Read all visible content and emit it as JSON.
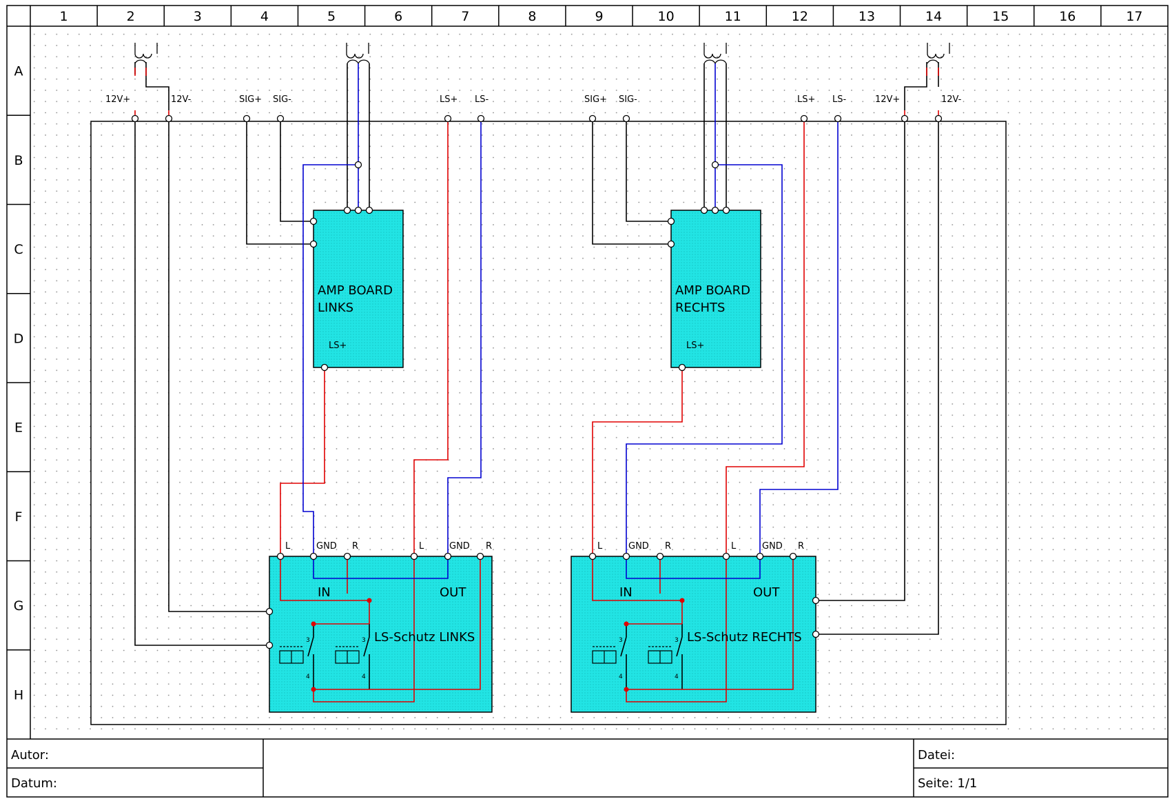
{
  "frame": {
    "columns": [
      "1",
      "2",
      "3",
      "4",
      "5",
      "6",
      "7",
      "8",
      "9",
      "10",
      "11",
      "12",
      "13",
      "14",
      "15",
      "16",
      "17"
    ],
    "rows": [
      "A",
      "B",
      "C",
      "D",
      "E",
      "F",
      "G",
      "H"
    ]
  },
  "terminals": {
    "pwr_left_plus": "12V+",
    "pwr_left_minus": "12V-",
    "sig_left_plus": "SIG+",
    "sig_left_minus": "SIG-",
    "ls_left_plus": "LS+",
    "ls_left_minus": "LS-",
    "sig_right_plus": "SIG+",
    "sig_right_minus": "SIG-",
    "ls_right_plus": "LS+",
    "ls_right_minus": "LS-",
    "pwr_right_plus": "12V+",
    "pwr_right_minus": "12V-"
  },
  "amp_left": {
    "line1": "AMP BOARD",
    "line2": "LINKS",
    "pin": "LS+"
  },
  "amp_right": {
    "line1": "AMP BOARD",
    "line2": "RECHTS",
    "pin": "LS+"
  },
  "protect_left": {
    "pins": [
      "L",
      "GND",
      "R",
      "L",
      "GND",
      "R"
    ],
    "in_label": "IN",
    "out_label": "OUT",
    "name": "LS-Schutz LINKS",
    "contact_top": "3",
    "contact_bottom": "4"
  },
  "protect_right": {
    "pins": [
      "L",
      "GND",
      "R",
      "L",
      "GND",
      "R"
    ],
    "in_label": "IN",
    "out_label": "OUT",
    "name": "LS-Schutz RECHTS",
    "contact_top": "3",
    "contact_bottom": "4"
  },
  "title_block": {
    "autor": "Autor:",
    "datum": "Datum:",
    "datei": "Datei:",
    "seite": "Seite: 1/1"
  },
  "colors": {
    "black": "#000000",
    "red": "#e00000",
    "blue": "#0000d0",
    "cyan_fill": "#1ee6e6",
    "grid_dot": "#8a8a8a"
  }
}
